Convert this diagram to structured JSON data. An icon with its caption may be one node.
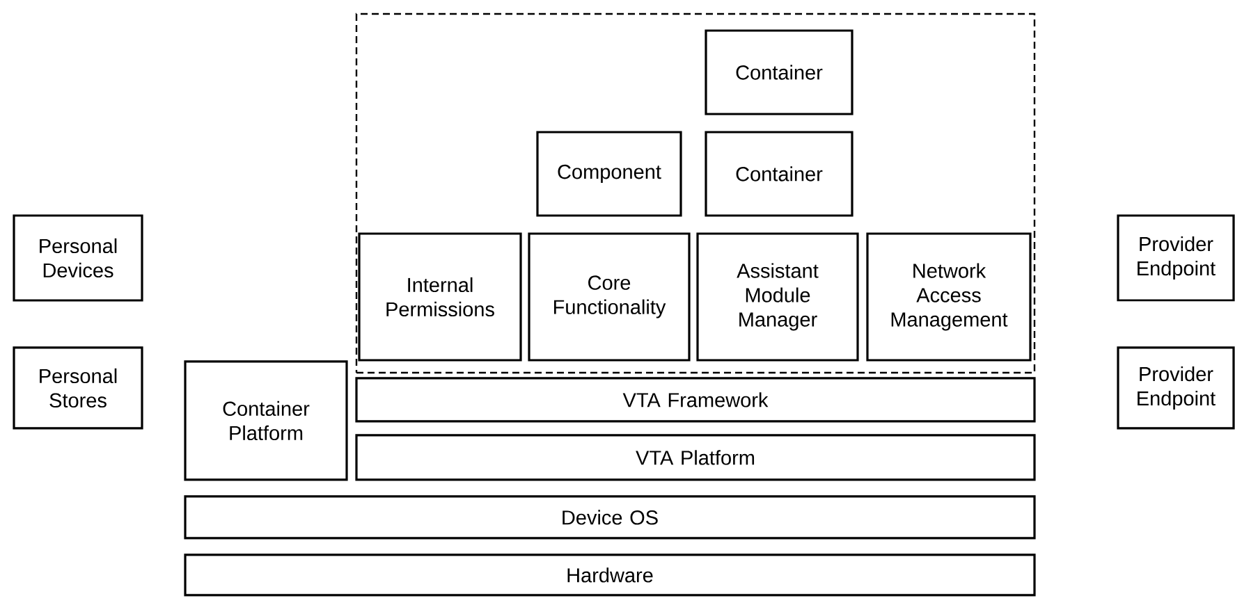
{
  "diagram": {
    "nodes": [
      {
        "text": [],
        "shape": "box"
      },
      {
        "text": [
          "Container"
        ],
        "in": 0
      },
      {
        "text": [
          "Component"
        ],
        "in": 0
      },
      {
        "text": [
          "Container"
        ],
        "in": 0
      },
      {
        "text": [
          "Internal Permissions"
        ],
        "in": 0
      },
      {
        "text": [
          "Core Functionality"
        ],
        "in": 0
      },
      {
        "text": [
          "Assistant Module Manager"
        ],
        "in": 0
      },
      {
        "text": [
          "Network Access Management"
        ],
        "in": 0
      },
      {
        "text": [
          "Personal Devices"
        ]
      },
      {
        "text": [
          "Personal Stores"
        ]
      },
      {
        "text": [
          "Container Platform"
        ]
      },
      {
        "text": [
          "VTA Framework"
        ]
      },
      {
        "text": [
          "VTA Platform"
        ]
      },
      {
        "text": [
          "Device OS"
        ]
      },
      {
        "text": [
          "Hardware"
        ]
      },
      {
        "text": [
          "Provider Endpoint"
        ]
      },
      {
        "text": [
          "Provider Endpoint"
        ]
      }
    ]
  }
}
